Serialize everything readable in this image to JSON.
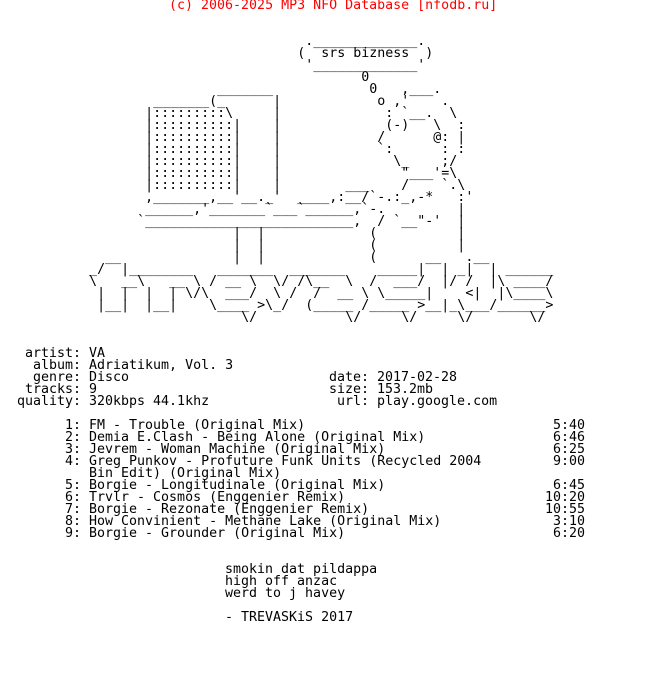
{
  "header": "(c) 2006-2025 MP3 NFO Database [nfodb.ru]",
  "header_color": "#ff0000",
  "art": [
    "                                      ._____________.",
    "                                     (  srs bizness  )",
    "                                      '_____________'",
    "                                             0",
    "                           _______            0   ,___.",
    "                   _______(_      |            o ,'    .",
    "                  |:::::::::\\     |             : `__.  \\",
    "                  |::::::::::|    |             (-)   \\  :",
    "                  |::::::::::|    |            /      @: |",
    "                  |::::::::::|    |            `:      : :",
    "                  |::::::::::|    |              \\_    ;/",
    "                  |::::::::::|    |               \"___'=\\",
    "                  |::::::::::|    |        ___    /    `.\\",
    "                  ,_______,__'__._'  ____,:__/`-.:_,-*   :'",
    "                  ______,'_______`___`______,`-.         |",
    "                 `__________________________,  / `__\"-'  |",
    "                             |  |             (          |",
    "                             |  |             (          |",
    "             __              |  |             (      __   .__",
    "           _/  |________   _______  _______    _____|  | _|  | ______",
    "           \\   __\\   __ \\ / __ \\  \\/ /\\__  \\  /  ___/  |/ /  |\\ ____/",
    "            |  |  |  | \\/\\  ___/  \\ /  /  __ \\ \\_____|    <|  |\\____\\",
    "            |__|  |__|    \\____ >\\_/  (_____ /_____ >__|_\\___/______>",
    "                              \\/           \\/     \\/     \\/       \\/"
  ],
  "info": {
    "artist_label": "artist:",
    "artist": "VA",
    "album_label": "album:",
    "album": "Adriatikum, Vol. 3",
    "genre_label": "genre:",
    "genre": "Disco",
    "tracks_label": "tracks:",
    "tracks": "9",
    "quality_label": "quality:",
    "quality": "320kbps 44.1khz",
    "date_label": "date:",
    "date": "2017-02-28",
    "size_label": "size:",
    "size": "153.2mb",
    "url_label": "url:",
    "url": "play.google.com"
  },
  "tracklist": [
    {
      "num": "1:",
      "title": "FM - Trouble (Original Mix)",
      "duration": "5:40"
    },
    {
      "num": "2:",
      "title": "Demia E.Clash - Being Alone (Original Mix)",
      "duration": "6:46"
    },
    {
      "num": "3:",
      "title": "Jevrem - Woman Machine (Original Mix)",
      "duration": "6:25"
    },
    {
      "num": "4:",
      "title": "Greg Punkov - Profuture Funk Units (Recycled 2004 Bin Edit) (Original Mix)",
      "duration": "9:00"
    },
    {
      "num": "5:",
      "title": "Borgie - Longitudinale (Original Mix)",
      "duration": "6:45"
    },
    {
      "num": "6:",
      "title": "Trvlr - Cosmos (Enggenier Remix)",
      "duration": "10:20"
    },
    {
      "num": "7:",
      "title": "Borgie - Rezonate (Enggenier Remix)",
      "duration": "10:55"
    },
    {
      "num": "8:",
      "title": "How Convinient - Methane Lake (Original Mix)",
      "duration": "3:10"
    },
    {
      "num": "9:",
      "title": "Borgie - Grounder (Original Mix)",
      "duration": "6:20"
    }
  ],
  "footer": [
    "smokin dat pildappa",
    "high off anzac",
    "werd to j havey",
    "",
    "- TREVASKiS 2017"
  ]
}
